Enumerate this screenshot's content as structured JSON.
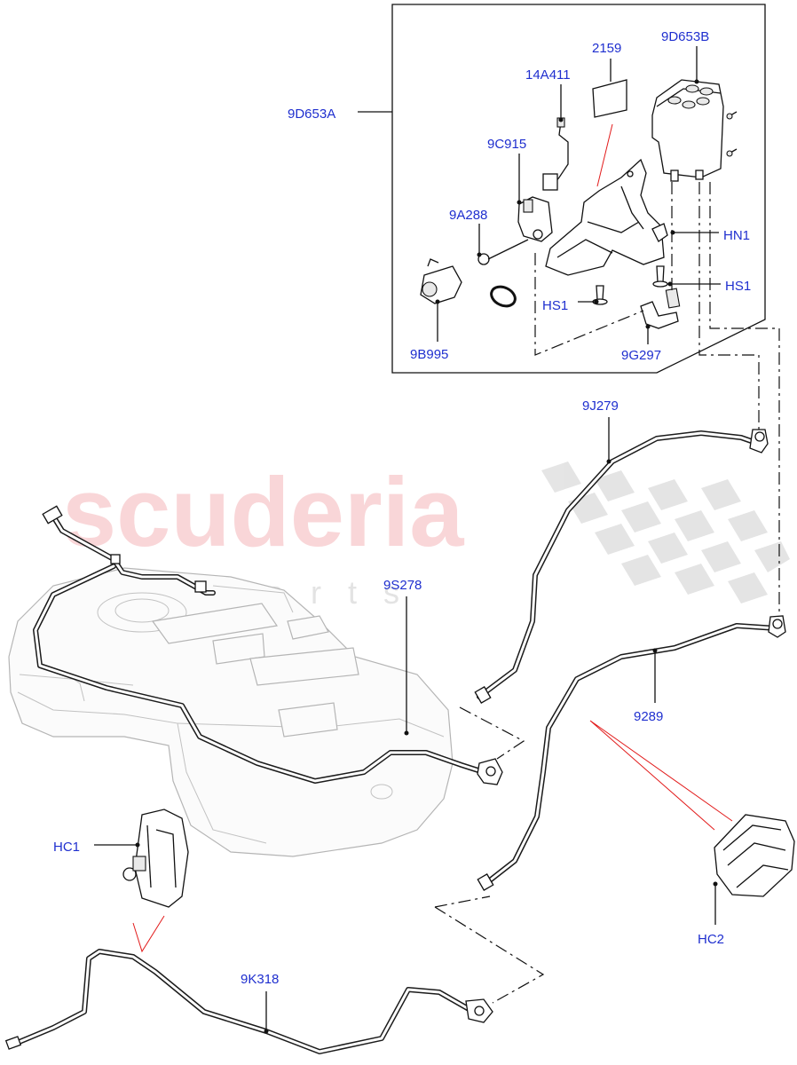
{
  "watermark": {
    "brand": "scuderia",
    "sub": "car parts"
  },
  "callouts": {
    "c_9D653A": "9D653A",
    "c_9D653B": "9D653B",
    "c_2159": "2159",
    "c_14A411": "14A411",
    "c_9C915": "9C915",
    "c_9A288": "9A288",
    "c_HN1": "HN1",
    "c_HS1_right": "HS1",
    "c_HS1_left": "HS1",
    "c_9B995": "9B995",
    "c_9G297": "9G297",
    "c_9J279": "9J279",
    "c_9S278": "9S278",
    "c_9289": "9289",
    "c_HC1": "HC1",
    "c_HC2": "HC2",
    "c_9K318": "9K318"
  },
  "colors": {
    "callout_text": "#1f2fcf",
    "watermark_red": "#f7c9cc",
    "guide_red": "#e21b1b"
  }
}
